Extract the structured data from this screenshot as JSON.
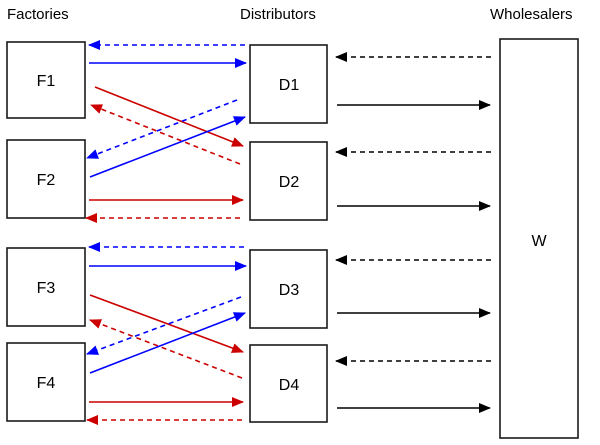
{
  "diagram": {
    "title": "Supply chain network",
    "columns": {
      "factories": "Factories",
      "distributors": "Distributors",
      "wholesalers": "Wholesalers"
    },
    "colors": {
      "blue": "#0000ff",
      "red": "#cc0000",
      "black": "#000000",
      "box_stroke": "#1a1a1a"
    },
    "nodes": [
      {
        "id": "F1",
        "label": "F1",
        "group": "factories"
      },
      {
        "id": "F2",
        "label": "F2",
        "group": "factories"
      },
      {
        "id": "F3",
        "label": "F3",
        "group": "factories"
      },
      {
        "id": "F4",
        "label": "F4",
        "group": "factories"
      },
      {
        "id": "D1",
        "label": "D1",
        "group": "distributors"
      },
      {
        "id": "D2",
        "label": "D2",
        "group": "distributors"
      },
      {
        "id": "D3",
        "label": "D3",
        "group": "distributors"
      },
      {
        "id": "D4",
        "label": "D4",
        "group": "distributors"
      },
      {
        "id": "W",
        "label": "W",
        "group": "wholesalers"
      }
    ],
    "edges": [
      {
        "from": "D1",
        "to": "F1",
        "color": "blue",
        "style": "dashed"
      },
      {
        "from": "F1",
        "to": "D1",
        "color": "blue",
        "style": "solid"
      },
      {
        "from": "F1",
        "to": "D2",
        "color": "red",
        "style": "solid"
      },
      {
        "from": "D2",
        "to": "F1",
        "color": "red",
        "style": "dashed"
      },
      {
        "from": "D1",
        "to": "F2",
        "color": "blue",
        "style": "dashed"
      },
      {
        "from": "F2",
        "to": "D1",
        "color": "blue",
        "style": "solid"
      },
      {
        "from": "F2",
        "to": "D2",
        "color": "red",
        "style": "solid"
      },
      {
        "from": "D2",
        "to": "F2",
        "color": "red",
        "style": "dashed"
      },
      {
        "from": "D3",
        "to": "F3",
        "color": "blue",
        "style": "dashed"
      },
      {
        "from": "F3",
        "to": "D3",
        "color": "blue",
        "style": "solid"
      },
      {
        "from": "F3",
        "to": "D4",
        "color": "red",
        "style": "solid"
      },
      {
        "from": "D4",
        "to": "F3",
        "color": "red",
        "style": "dashed"
      },
      {
        "from": "D3",
        "to": "F4",
        "color": "blue",
        "style": "dashed"
      },
      {
        "from": "F4",
        "to": "D3",
        "color": "blue",
        "style": "solid"
      },
      {
        "from": "F4",
        "to": "D4",
        "color": "red",
        "style": "solid"
      },
      {
        "from": "D4",
        "to": "F4",
        "color": "red",
        "style": "dashed"
      },
      {
        "from": "W",
        "to": "D1",
        "color": "black",
        "style": "dashed"
      },
      {
        "from": "D1",
        "to": "W",
        "color": "black",
        "style": "solid"
      },
      {
        "from": "W",
        "to": "D2",
        "color": "black",
        "style": "dashed"
      },
      {
        "from": "D2",
        "to": "W",
        "color": "black",
        "style": "solid"
      },
      {
        "from": "W",
        "to": "D3",
        "color": "black",
        "style": "dashed"
      },
      {
        "from": "D3",
        "to": "W",
        "color": "black",
        "style": "solid"
      },
      {
        "from": "W",
        "to": "D4",
        "color": "black",
        "style": "dashed"
      },
      {
        "from": "D4",
        "to": "W",
        "color": "black",
        "style": "solid"
      }
    ]
  }
}
